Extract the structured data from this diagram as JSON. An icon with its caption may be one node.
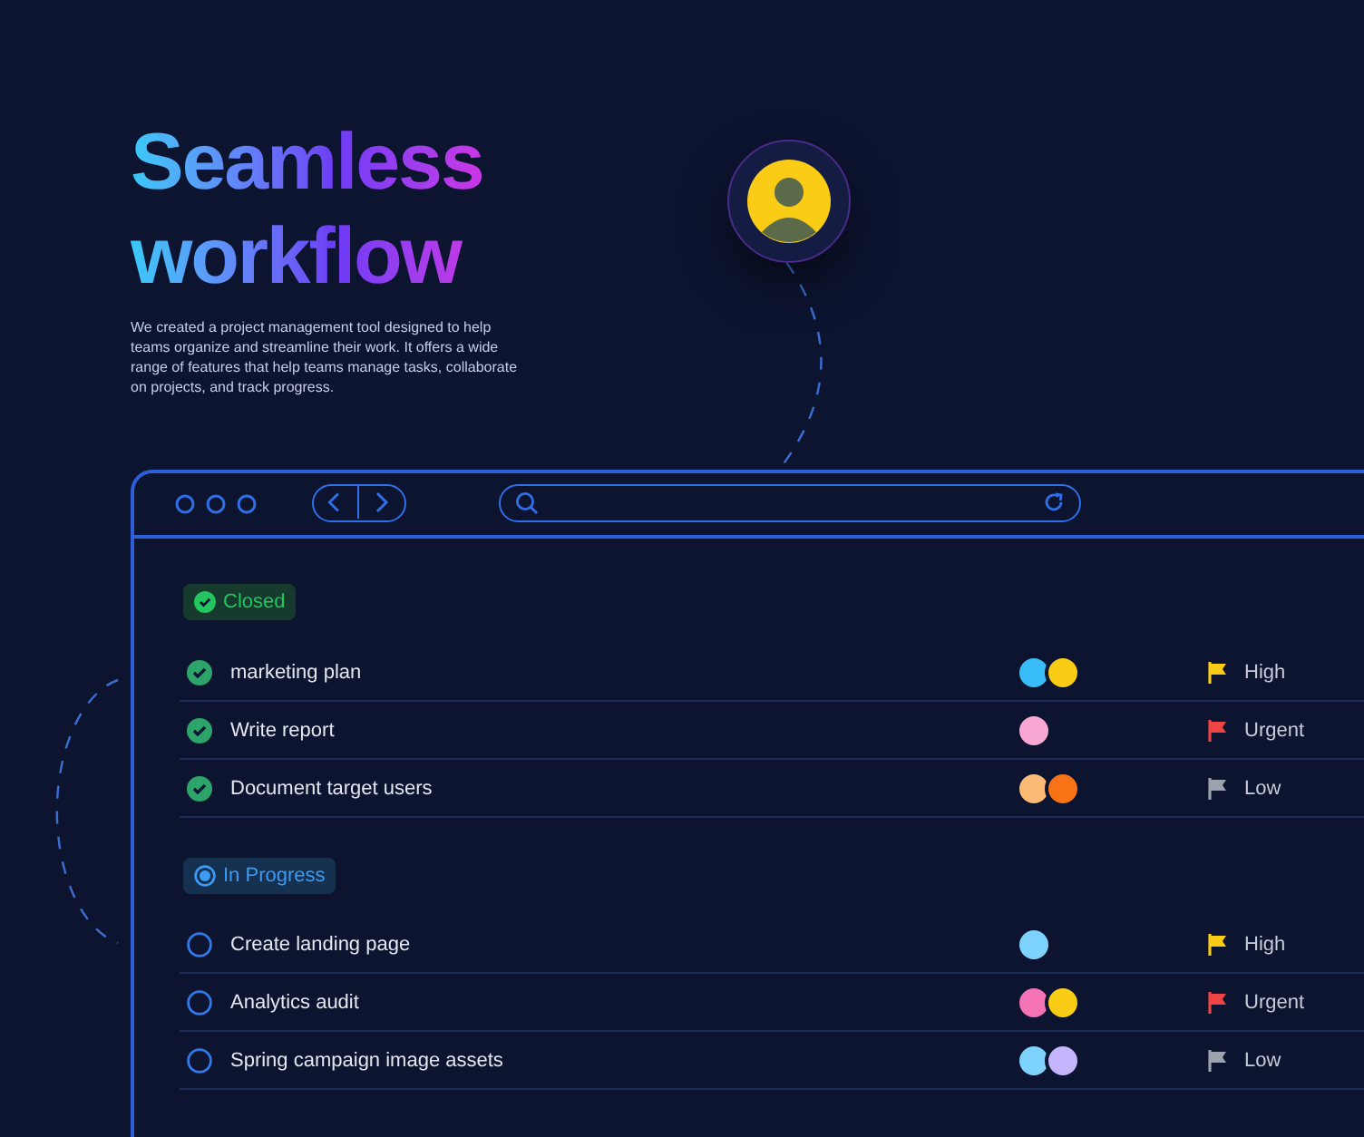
{
  "diagram": {
    "title": "Seamless workflow",
    "nodes": [
      {
        "text": [],
        "shape": "picture"
      },
      {
        "text": [],
        "shape": "box"
      },
      {
        "text": [
          "Closed"
        ],
        "in": 1
      },
      {
        "text": [
          "In Progress"
        ],
        "in": 1
      }
    ],
    "edges": [
      {
        "from": 0,
        "to": 1,
        "arrow": "none",
        "style": "dashed"
      }
    ],
    "labels": [
      "We created a project management tool designed to help teams organize and streamline their work. It offers a wide range of features that help teams manage tasks, collaborate on projects, and track progress.",
      "marketing plan",
      "High",
      "Write report",
      "Urgent",
      "Document target users",
      "Low",
      "Create landing page",
      "High",
      "Analytics audit",
      "Urgent",
      "Spring campaign image assets",
      "Low"
    ]
  }
}
